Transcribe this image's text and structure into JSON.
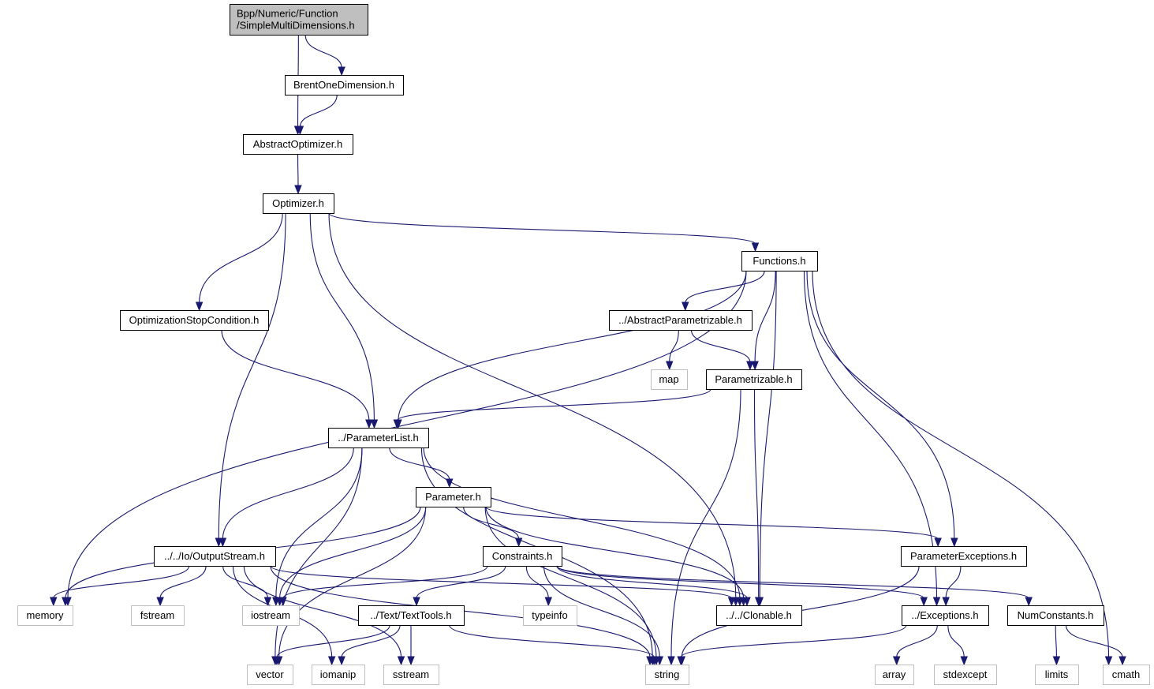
{
  "diagram": {
    "type": "include-dependency-graph",
    "edge_color": "#191970",
    "node_styles": {
      "root": {
        "fill": "#bfbfbf",
        "border": "#000000"
      },
      "local": {
        "fill": "#ffffff",
        "border": "#000000"
      },
      "system": {
        "fill": "#ffffff",
        "border": "#bfbfbf"
      }
    },
    "nodes": [
      {
        "id": "root",
        "kind": "root",
        "lines": [
          "Bpp/Numeric/Function",
          "/SimpleMultiDimensions.h"
        ]
      },
      {
        "id": "brent",
        "kind": "local",
        "lines": [
          "BrentOneDimension.h"
        ]
      },
      {
        "id": "absopt",
        "kind": "local",
        "lines": [
          "AbstractOptimizer.h"
        ]
      },
      {
        "id": "optimizer",
        "kind": "local",
        "lines": [
          "Optimizer.h"
        ]
      },
      {
        "id": "functions",
        "kind": "local",
        "lines": [
          "Functions.h"
        ]
      },
      {
        "id": "optstop",
        "kind": "local",
        "lines": [
          "OptimizationStopCondition.h"
        ]
      },
      {
        "id": "absparam",
        "kind": "local",
        "lines": [
          "../AbstractParametrizable.h"
        ]
      },
      {
        "id": "map",
        "kind": "system",
        "lines": [
          "map"
        ]
      },
      {
        "id": "parametrizable",
        "kind": "local",
        "lines": [
          "Parametrizable.h"
        ]
      },
      {
        "id": "paramlist",
        "kind": "local",
        "lines": [
          "../ParameterList.h"
        ]
      },
      {
        "id": "parameter",
        "kind": "local",
        "lines": [
          "Parameter.h"
        ]
      },
      {
        "id": "outstream",
        "kind": "local",
        "lines": [
          "../../Io/OutputStream.h"
        ]
      },
      {
        "id": "constraints",
        "kind": "local",
        "lines": [
          "Constraints.h"
        ]
      },
      {
        "id": "paramexc",
        "kind": "local",
        "lines": [
          "ParameterExceptions.h"
        ]
      },
      {
        "id": "memory",
        "kind": "system",
        "lines": [
          "memory"
        ]
      },
      {
        "id": "fstream",
        "kind": "system",
        "lines": [
          "fstream"
        ]
      },
      {
        "id": "iostream",
        "kind": "system",
        "lines": [
          "iostream"
        ]
      },
      {
        "id": "texttools",
        "kind": "local",
        "lines": [
          "../Text/TextTools.h"
        ]
      },
      {
        "id": "typeinfo",
        "kind": "system",
        "lines": [
          "typeinfo"
        ]
      },
      {
        "id": "clonable",
        "kind": "local",
        "lines": [
          "../../Clonable.h"
        ]
      },
      {
        "id": "exceptions",
        "kind": "local",
        "lines": [
          "../Exceptions.h"
        ]
      },
      {
        "id": "numconst",
        "kind": "local",
        "lines": [
          "NumConstants.h"
        ]
      },
      {
        "id": "vector",
        "kind": "system",
        "lines": [
          "vector"
        ]
      },
      {
        "id": "iomanip",
        "kind": "system",
        "lines": [
          "iomanip"
        ]
      },
      {
        "id": "sstream",
        "kind": "system",
        "lines": [
          "sstream"
        ]
      },
      {
        "id": "string",
        "kind": "system",
        "lines": [
          "string"
        ]
      },
      {
        "id": "array",
        "kind": "system",
        "lines": [
          "array"
        ]
      },
      {
        "id": "stdexcept",
        "kind": "system",
        "lines": [
          "stdexcept"
        ]
      },
      {
        "id": "limits",
        "kind": "system",
        "lines": [
          "limits"
        ]
      },
      {
        "id": "cmath",
        "kind": "system",
        "lines": [
          "cmath"
        ]
      }
    ],
    "edges": [
      [
        "root",
        "brent"
      ],
      [
        "root",
        "absopt"
      ],
      [
        "brent",
        "absopt"
      ],
      [
        "absopt",
        "optimizer"
      ],
      [
        "optimizer",
        "functions"
      ],
      [
        "optimizer",
        "optstop"
      ],
      [
        "optimizer",
        "paramlist"
      ],
      [
        "optimizer",
        "outstream"
      ],
      [
        "optimizer",
        "clonable"
      ],
      [
        "functions",
        "absparam"
      ],
      [
        "functions",
        "parametrizable"
      ],
      [
        "functions",
        "paramlist"
      ],
      [
        "functions",
        "memory"
      ],
      [
        "functions",
        "clonable"
      ],
      [
        "functions",
        "paramexc"
      ],
      [
        "functions",
        "exceptions"
      ],
      [
        "functions",
        "cmath"
      ],
      [
        "optstop",
        "paramlist"
      ],
      [
        "absparam",
        "map"
      ],
      [
        "absparam",
        "parametrizable"
      ],
      [
        "parametrizable",
        "paramlist"
      ],
      [
        "parametrizable",
        "clonable"
      ],
      [
        "parametrizable",
        "string"
      ],
      [
        "paramlist",
        "parameter"
      ],
      [
        "paramlist",
        "outstream"
      ],
      [
        "paramlist",
        "iostream"
      ],
      [
        "paramlist",
        "vector"
      ],
      [
        "paramlist",
        "string"
      ],
      [
        "paramlist",
        "clonable"
      ],
      [
        "parameter",
        "constraints"
      ],
      [
        "parameter",
        "paramexc"
      ],
      [
        "parameter",
        "memory"
      ],
      [
        "parameter",
        "iostream"
      ],
      [
        "parameter",
        "vector"
      ],
      [
        "parameter",
        "string"
      ],
      [
        "parameter",
        "clonable"
      ],
      [
        "outstream",
        "memory"
      ],
      [
        "outstream",
        "fstream"
      ],
      [
        "outstream",
        "iostream"
      ],
      [
        "outstream",
        "iomanip"
      ],
      [
        "outstream",
        "sstream"
      ],
      [
        "outstream",
        "string"
      ],
      [
        "outstream",
        "clonable"
      ],
      [
        "constraints",
        "texttools"
      ],
      [
        "constraints",
        "typeinfo"
      ],
      [
        "constraints",
        "iostream"
      ],
      [
        "constraints",
        "string"
      ],
      [
        "constraints",
        "clonable"
      ],
      [
        "constraints",
        "exceptions"
      ],
      [
        "constraints",
        "numconst"
      ],
      [
        "texttools",
        "vector"
      ],
      [
        "texttools",
        "iomanip"
      ],
      [
        "texttools",
        "sstream"
      ],
      [
        "texttools",
        "string"
      ],
      [
        "paramexc",
        "exceptions"
      ],
      [
        "paramexc",
        "string"
      ],
      [
        "exceptions",
        "array"
      ],
      [
        "exceptions",
        "stdexcept"
      ],
      [
        "exceptions",
        "string"
      ],
      [
        "numconst",
        "limits"
      ],
      [
        "numconst",
        "cmath"
      ]
    ]
  }
}
